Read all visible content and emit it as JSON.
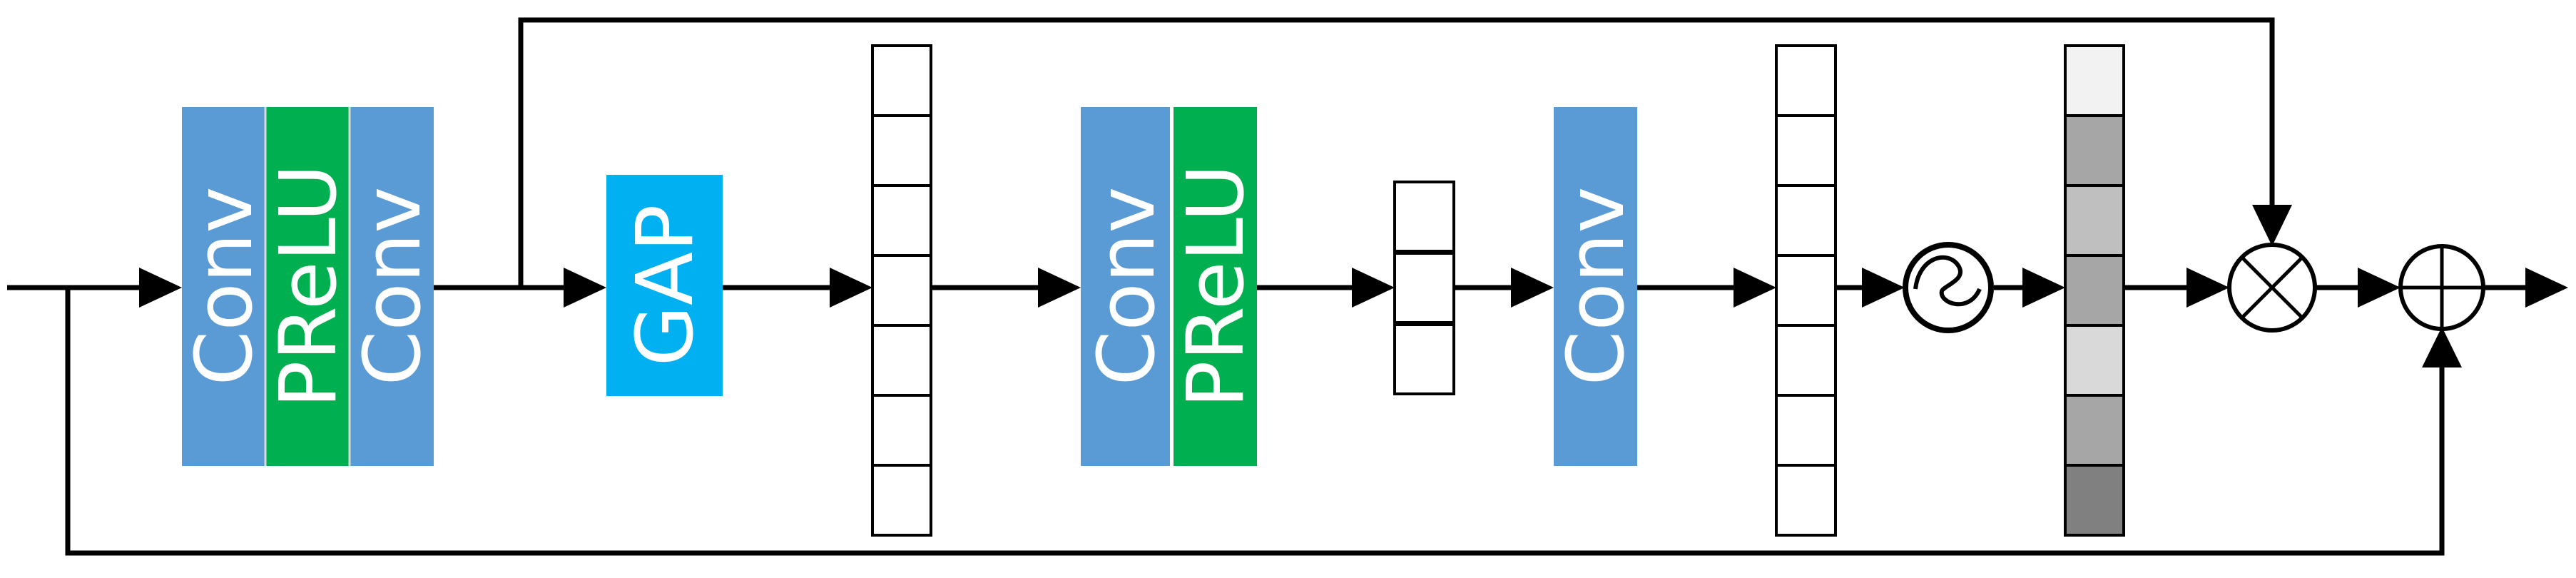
{
  "blocks": {
    "conv1": "Conv",
    "prelu1": "PReLU",
    "conv2": "Conv",
    "gap": "GAP",
    "conv3": "Conv",
    "prelu2": "PReLU",
    "conv4": "Conv"
  },
  "colors": {
    "conv": "#5b9bd5",
    "prelu": "#00b050",
    "gap": "#00b0f0",
    "line": "#000000",
    "weight_cells": [
      "#f2f2f2",
      "#a6a6a6",
      "#bfbfbf",
      "#a6a6a6",
      "#d9d9d9",
      "#a6a6a6",
      "#808080"
    ]
  },
  "symbols": {
    "sigmoid": "sigmoid-icon",
    "multiply": "multiply-icon",
    "add": "add-icon"
  }
}
